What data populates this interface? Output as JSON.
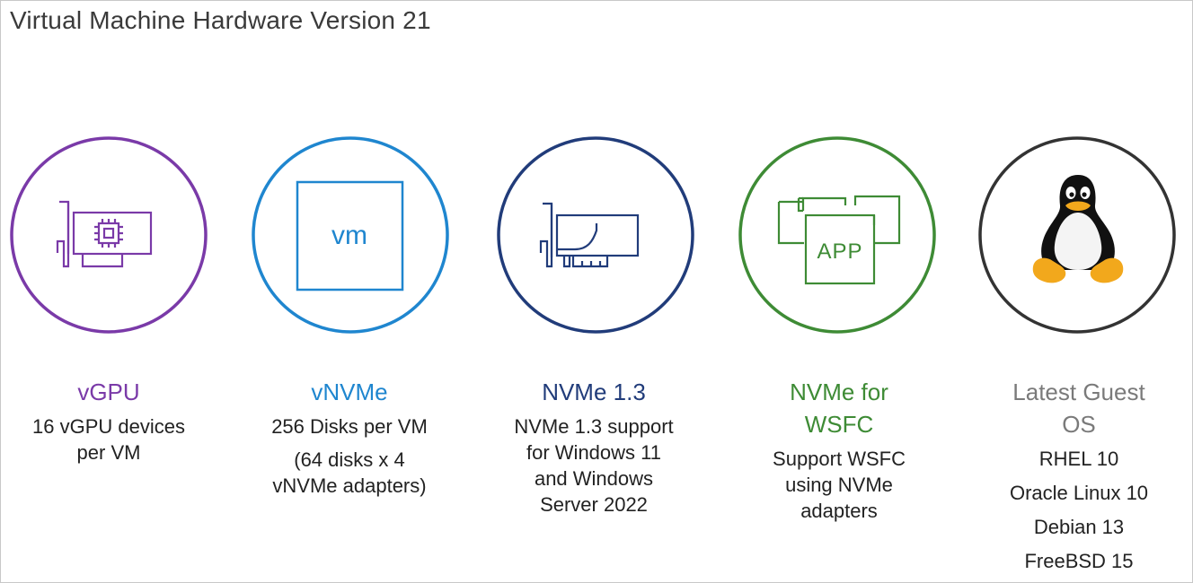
{
  "title": "Virtual Machine Hardware Version 21",
  "colors": {
    "vgpu": "#7a3aa8",
    "vnvme": "#1f86cf",
    "nvme13": "#213c7a",
    "wsfc": "#3e8b35",
    "os_title": "#7a7a7a",
    "os_ring": "#333333"
  },
  "features": [
    {
      "icon": "gpu-card-icon",
      "title": "vGPU",
      "description": [
        "16 vGPU devices per VM"
      ]
    },
    {
      "icon": "vm-box-icon",
      "icon_text": "vm",
      "title": "vNVMe",
      "description": [
        "256 Disks per VM",
        "(64 disks x 4 vNVMe adapters)"
      ]
    },
    {
      "icon": "nvme-card-icon",
      "title": "NVMe 1.3",
      "description": [
        "NVMe 1.3 support for Windows 11 and Windows Server 2022"
      ]
    },
    {
      "icon": "app-stack-icon",
      "icon_text": "APP",
      "title": "NVMe for WSFC",
      "description": [
        "Support WSFC using NVMe adapters"
      ]
    },
    {
      "icon": "linux-penguin-icon",
      "title": "Latest Guest OS",
      "os_list": [
        "RHEL 10",
        "Oracle Linux 10",
        "Debian 13",
        "FreeBSD 15"
      ]
    }
  ]
}
